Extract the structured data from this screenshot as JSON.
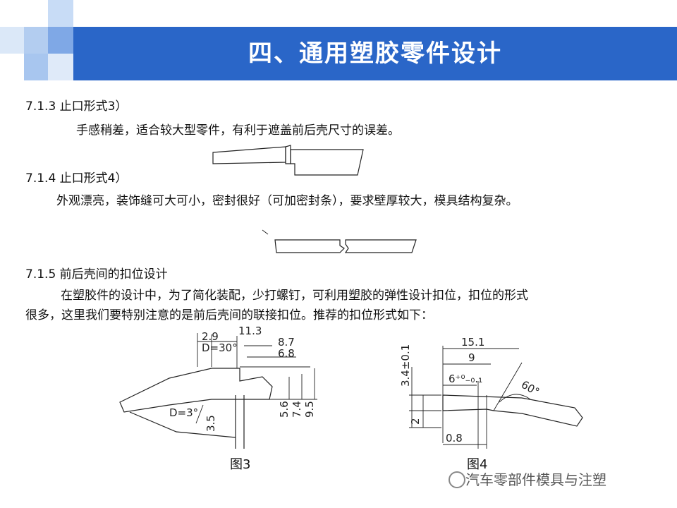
{
  "slide": {
    "title": "四、通用塑胶零件设计"
  },
  "sections": [
    {
      "heading": "7.1.3  止口形式3）",
      "body": "手感稍差，适合较大型零件，有利于遮盖前后壳尺寸的误差。"
    },
    {
      "heading": "7.1.4  止口形式4）",
      "body": "外观漂亮，装饰缝可大可小，密封很好（可加密封条），要求壁厚较大，模具结构复杂。"
    },
    {
      "heading": "7.1.5  前后壳间的扣位设计",
      "body_line1": "在塑胶件的设计中，为了简化装配，少打螺钉，可利用塑胶的弹性设计扣位，扣位的形式",
      "body_line2": "很多，这里我们要特别注意的是前后壳间的联接扣位。推荐的扣位形式如下："
    }
  ],
  "figure3": {
    "caption": "图3",
    "dims": {
      "d1": "2.9",
      "d2": "11.3",
      "d3": "8.7",
      "d4": "6.8",
      "angle_top": "D=30°",
      "angle_bottom": "D=3°",
      "v1": "3.5",
      "v2": "5.6",
      "v3": "7.4",
      "v4": "9.5"
    }
  },
  "figure4": {
    "caption": "图4",
    "dims": {
      "total": "15.1",
      "mid": "9",
      "tol": "6⁺⁰₋₀.₁",
      "height": "3.4±0.1",
      "angle": "60°",
      "gap": "2",
      "bottom": "0.8"
    }
  },
  "watermark": {
    "text": "汽车零部件模具与注塑"
  },
  "colors": {
    "banner": "#2a66c8",
    "hatch": "#222222"
  }
}
